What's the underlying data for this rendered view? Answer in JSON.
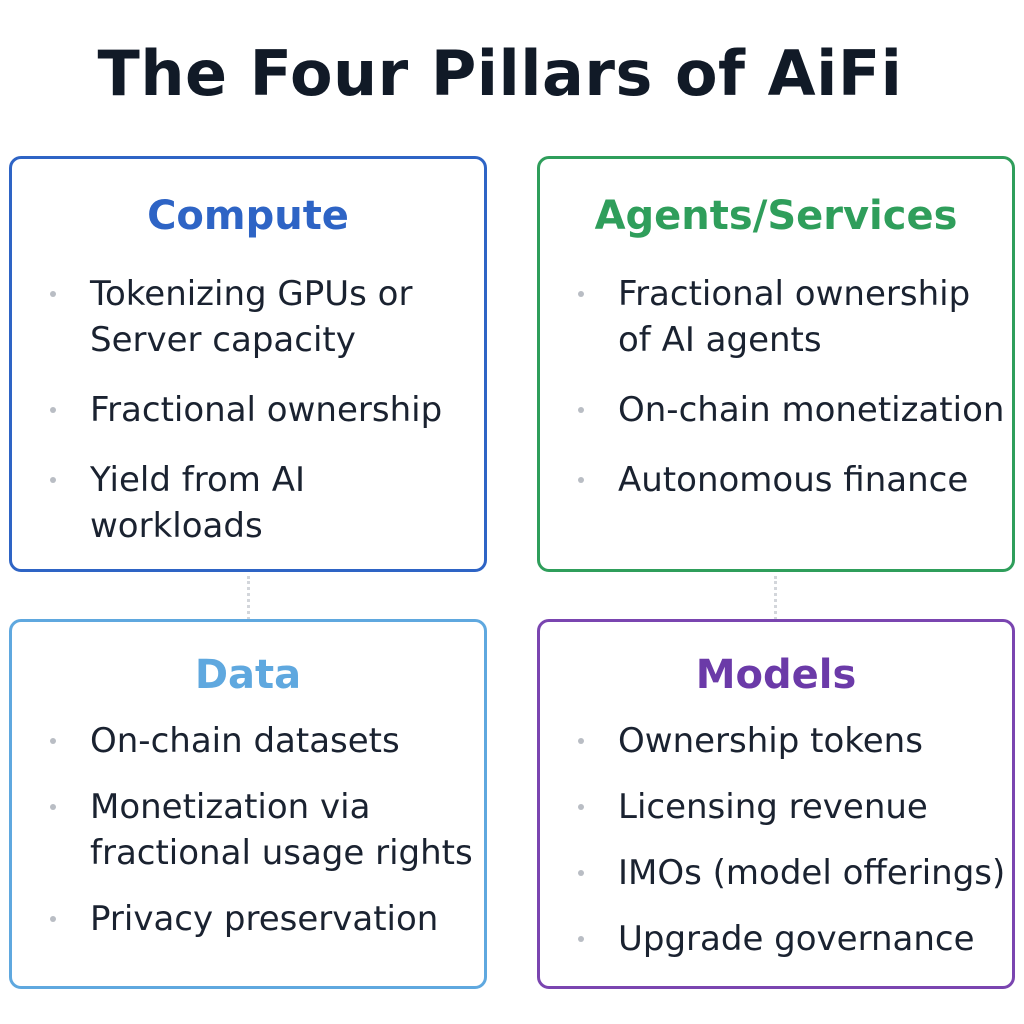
{
  "title": "The Four Pillars of AiFi",
  "colors": {
    "title": "#111a27",
    "compute": "#2e64c5",
    "agents": "#2f9e5b",
    "data": "#5fa8df",
    "models": "#6b3aa8",
    "bullet_dot": "#b9bdc4",
    "text": "#1a2230"
  },
  "pillars": [
    {
      "heading": "Compute",
      "items": [
        "Tokenizing GPUs or\nServer capacity",
        "Fractional ownership",
        "Yield from AI\nworkloads"
      ]
    },
    {
      "heading": "Agents/Services",
      "items": [
        "Fractional ownership\nof AI agents",
        "On-chain monetization",
        "Autonomous finance"
      ]
    },
    {
      "heading": "Data",
      "items": [
        "On-chain datasets",
        "Monetization via\nfractional usage rights",
        "Privacy preservation"
      ]
    },
    {
      "heading": "Models",
      "items": [
        "Ownership tokens",
        "Licensing revenue",
        "IMOs (model offerings)",
        "Upgrade governance"
      ]
    }
  ]
}
